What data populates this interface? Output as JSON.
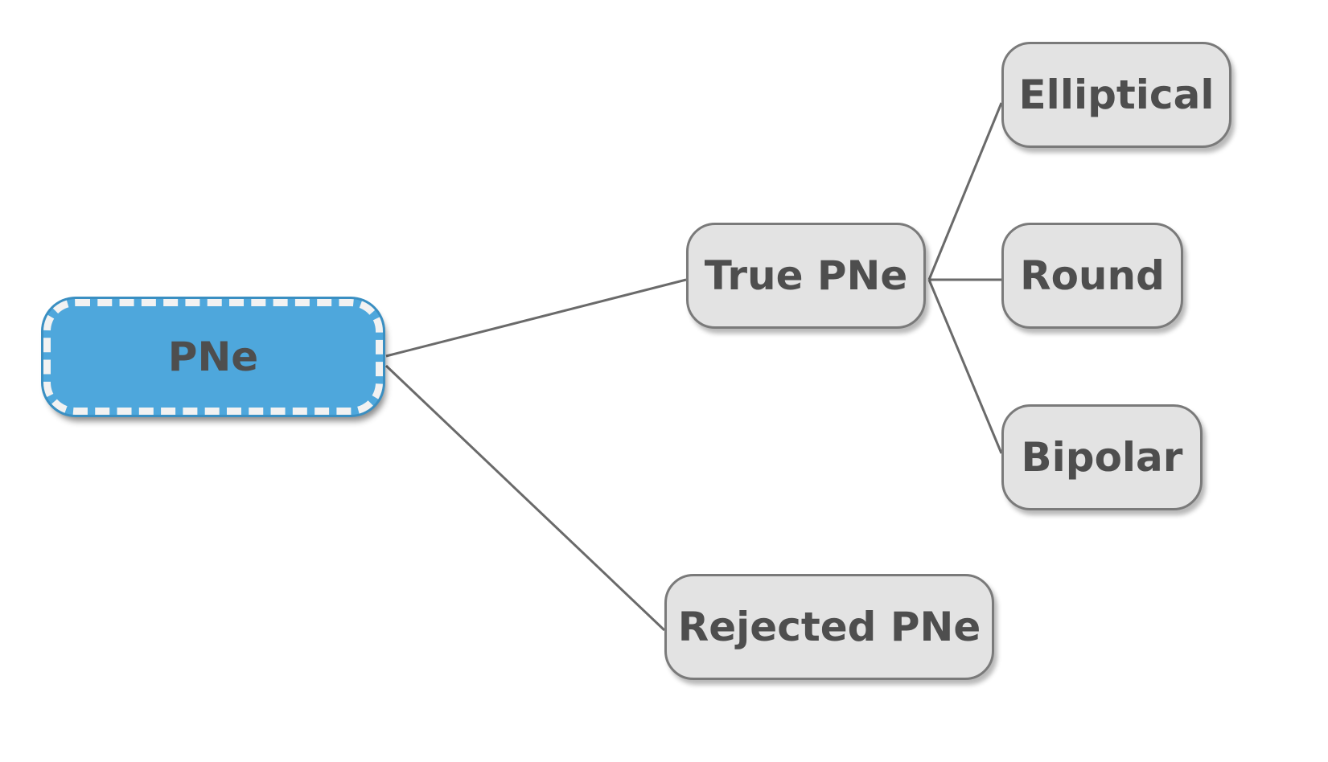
{
  "nodes": {
    "root": "PNe",
    "true_pne": "True PNe",
    "rejected_pne": "Rejected PNe",
    "elliptical": "Elliptical",
    "round": "Round",
    "bipolar": "Bipolar"
  },
  "colors": {
    "root_fill": "#4ea7dc",
    "root_border": "#f2f2f2",
    "node_fill": "#e3e3e3",
    "node_border": "#7a7a7a",
    "text": "#4e4e4e",
    "edge": "#6a6a6a"
  }
}
